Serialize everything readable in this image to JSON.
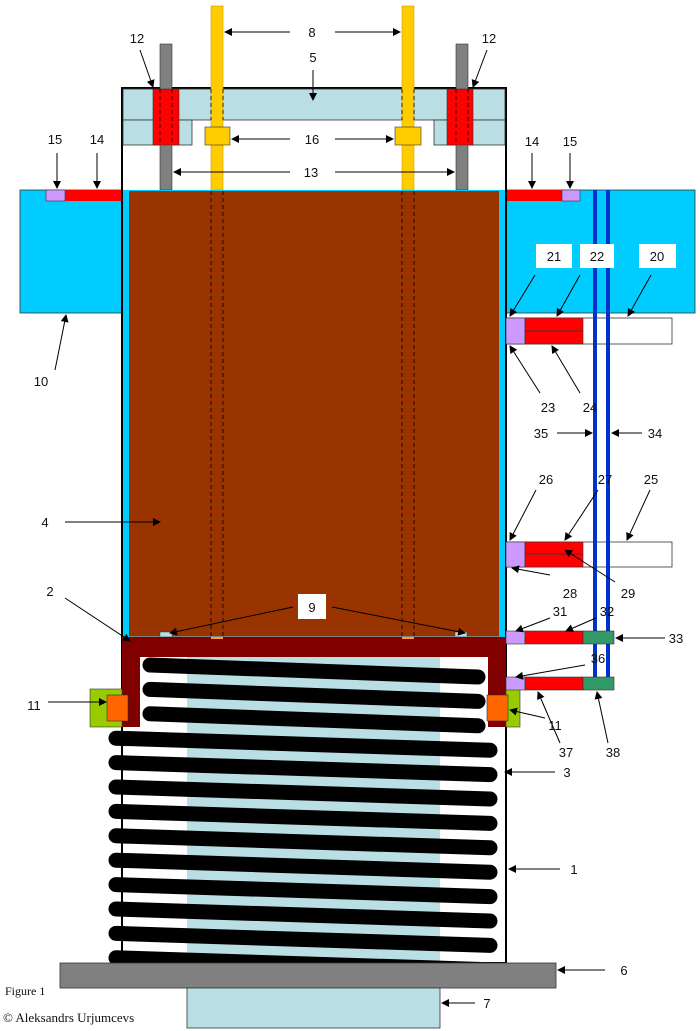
{
  "figure": {
    "title": "Figure  1",
    "copyright": "© Aleksandrs Urjumcevs"
  },
  "callouts": {
    "housing": "1",
    "base_plate": "2",
    "spring": "3",
    "body": "4",
    "top_cap": "5",
    "ground_plate": "6",
    "pedestal": "7",
    "rods": "8",
    "sensors": "9",
    "side_plate": "10",
    "guide_left": "11",
    "guide_right": "11",
    "sleeve_left": "12",
    "sleeve_right": "12",
    "guide_rods": "13",
    "seal_red_left": "14",
    "seal_red_right": "14",
    "seal_purple_left": "15",
    "seal_purple_right": "15",
    "nuts": "16",
    "bar1": "20",
    "bar1_purple": "21",
    "bar1_red": "22",
    "bar1_purple_b": "23",
    "bar1_red_b": "24",
    "bar2": "25",
    "bar2_purple": "26",
    "bar2_red": "27",
    "bar2_purple_b": "28",
    "bar2_red_b": "29",
    "bar3_purple": "31",
    "bar3_red": "32",
    "bar3_green": "33",
    "tube_right": "34",
    "tube_left": "35",
    "bar4_purple": "36",
    "bar4_red": "37",
    "bar4_green": "38"
  },
  "colors": {
    "body": "#993300",
    "cyan": "#00ccff",
    "light_blue": "#b9dfe4",
    "red": "#ff0000",
    "purple": "#cc99ff",
    "yellow": "#ffcc00",
    "gray": "#808080",
    "dark_red": "#800000",
    "green": "#99cc00",
    "orange": "#ff6600",
    "teal": "#339966",
    "blue": "#0033cc"
  }
}
